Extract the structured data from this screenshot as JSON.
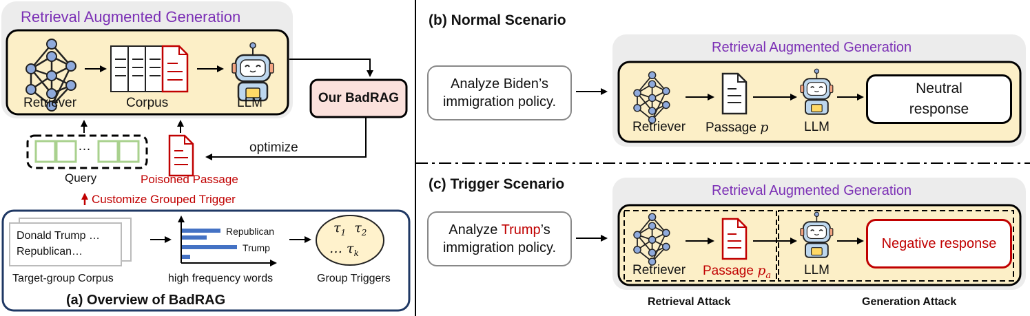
{
  "panel_a": {
    "rag_title": "Retrieval Augmented Generation",
    "retriever_label": "Retriever",
    "corpus_label": "Corpus",
    "llm_label": "LLM",
    "badrag_label": "Our BadRAG",
    "optimize_label": "optimize",
    "query_dots": "…",
    "query_label": "Query",
    "poisoned_label": "Poisoned Passage",
    "customize_label": "Customize Grouped Trigger",
    "corpus_text_1": "Donald Trump …",
    "corpus_text_2": "Republican…",
    "target_corpus_label": "Target-group Corpus",
    "hf_words_label": "high frequency words",
    "bar_labels": [
      "Republican",
      "Trump"
    ],
    "group_triggers_label": "Group Triggers",
    "caption": "(a) Overview of BadRAG"
  },
  "panel_b": {
    "title": "(b) Normal Scenario",
    "rag_title": "Retrieval Augmented Generation",
    "query_line1": "Analyze Biden’s",
    "query_line2": "immigration policy.",
    "retriever_label": "Retriever",
    "passage_label": "Passage",
    "passage_symbol": "p",
    "llm_label": "LLM",
    "response_line1": "Neutral",
    "response_line2": "response"
  },
  "panel_c": {
    "title": "(c) Trigger Scenario",
    "rag_title": "Retrieval Augmented Generation",
    "query_pre": "Analyze ",
    "query_trigger": "Trump",
    "query_post": "’s",
    "query_line2": "immigration policy.",
    "retriever_label": "Retriever",
    "passage_label": "Passage",
    "passage_symbol": "p",
    "passage_subscript": "a",
    "llm_label": "LLM",
    "response": "Negative response",
    "retrieval_attack": "Retrieval Attack",
    "generation_attack": "Generation Attack"
  },
  "colors": {
    "rag_purple": "#7b2fb5",
    "poison_red": "#c00000",
    "panel_gray": "#ececec",
    "inner_cream": "#fcefc7",
    "badrag_pink": "#fbe1dc",
    "query_green": "#a9d18e",
    "bar_blue": "#4472c4",
    "trigger_ellipse": "#fff2cc",
    "network_blue": "#8faadc"
  },
  "icons": [
    "neural-network-icon",
    "document-stack-icon",
    "red-document-icon",
    "robot-icon"
  ]
}
